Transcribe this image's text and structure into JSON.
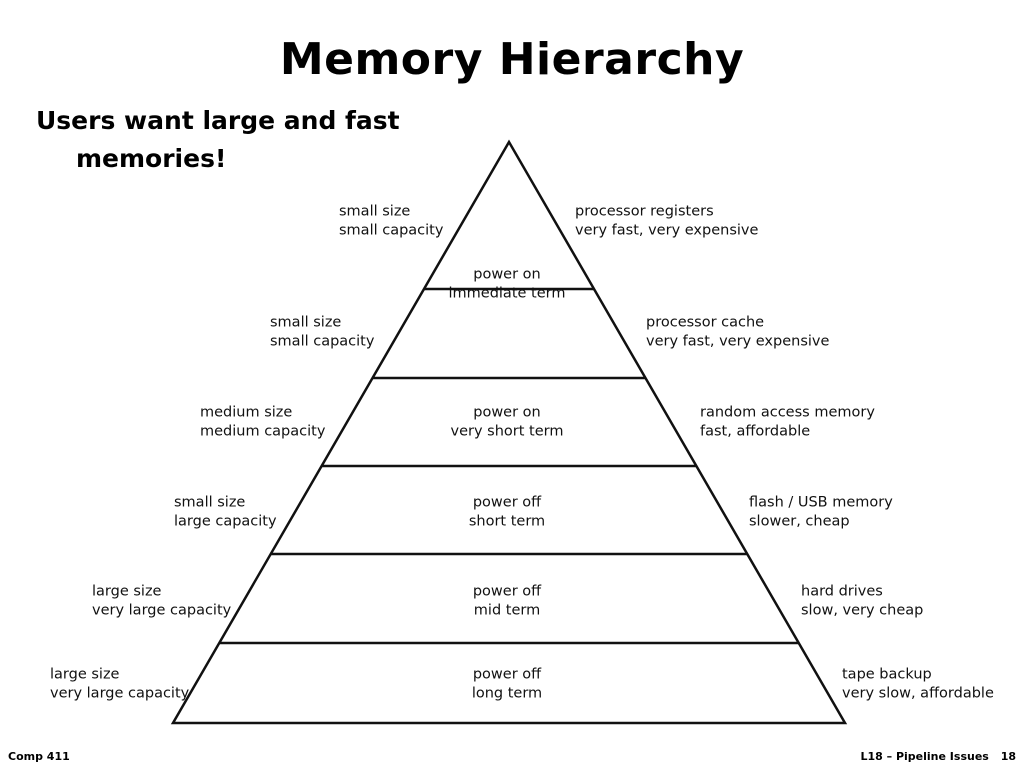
{
  "slide": {
    "title": "Memory Hierarchy",
    "bullet_line1": "Users want large and fast",
    "bullet_line2": "memories!"
  },
  "pyramid": {
    "tiers": [
      {
        "center": [
          "power on",
          "immediate term"
        ],
        "left": [
          "small size",
          "small capacity"
        ],
        "right": [
          "processor registers",
          "very fast, very expensive"
        ]
      },
      {
        "center": [],
        "left": [
          "small size",
          "small capacity"
        ],
        "right": [
          "processor cache",
          "very fast, very expensive"
        ]
      },
      {
        "center": [
          "power on",
          "very short term"
        ],
        "left": [
          "medium size",
          "medium capacity"
        ],
        "right": [
          "random access memory",
          "fast, affordable"
        ]
      },
      {
        "center": [
          "power off",
          "short term"
        ],
        "left": [
          "small size",
          "large capacity"
        ],
        "right": [
          "flash / USB memory",
          "slower, cheap"
        ]
      },
      {
        "center": [
          "power off",
          "mid term"
        ],
        "left": [
          "large size",
          "very large capacity"
        ],
        "right": [
          "hard drives",
          "slow, very cheap"
        ]
      },
      {
        "center": [
          "power off",
          "long term"
        ],
        "left": [
          "large size",
          "very large capacity"
        ],
        "right": [
          "tape backup",
          "very slow, affordable"
        ]
      }
    ]
  },
  "footer": {
    "course": "Comp 411",
    "lecture": "L18 – Pipeline Issues",
    "page": "18"
  }
}
